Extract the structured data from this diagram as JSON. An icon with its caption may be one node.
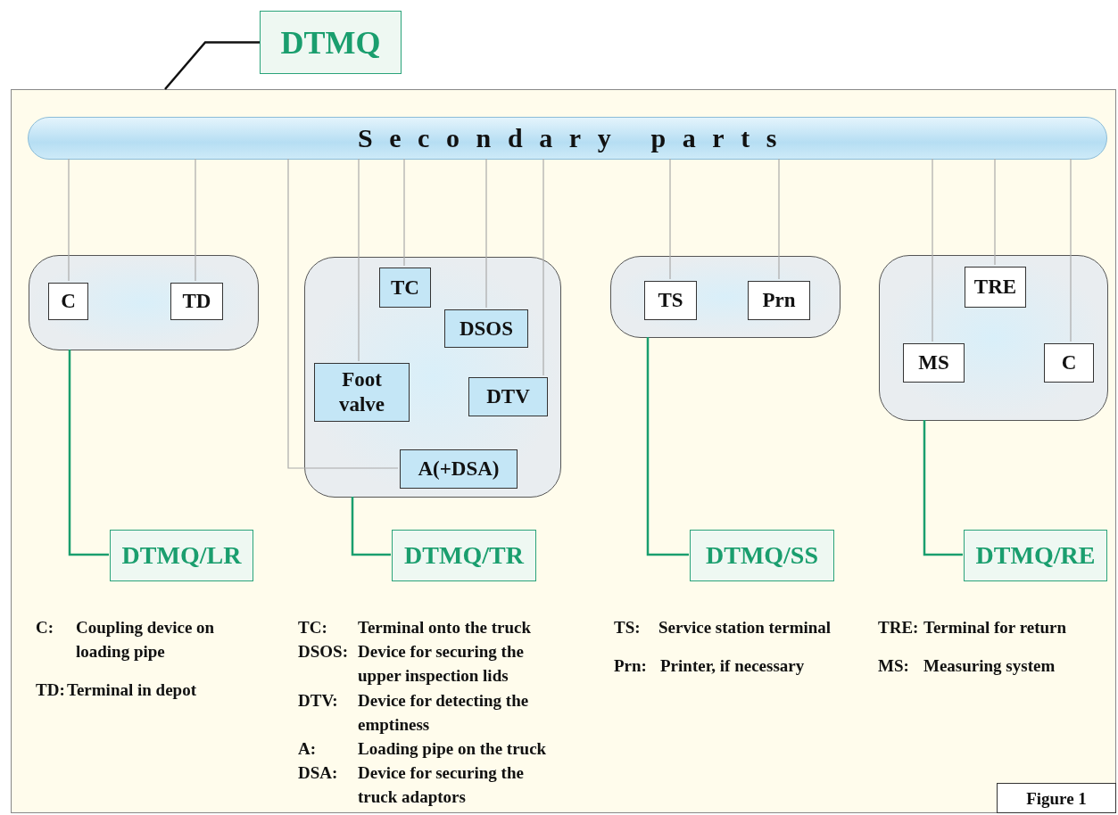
{
  "diagram": {
    "nodes": [
      {
        "text": [],
        "shape": "box"
      },
      {
        "text": [
          "DTMQ"
        ]
      },
      {
        "text": [
          "Secondary parts"
        ],
        "in": 0
      },
      {
        "text": [],
        "shape": "box",
        "in": 0
      },
      {
        "text": [
          "C"
        ],
        "in": 3
      },
      {
        "text": [
          "TD"
        ],
        "in": 3
      },
      {
        "text": [],
        "shape": "box",
        "in": 0
      },
      {
        "text": [
          "TC"
        ],
        "in": 6
      },
      {
        "text": [
          "DSOS"
        ],
        "in": 6
      },
      {
        "text": [
          "Foot valve"
        ],
        "in": 6
      },
      {
        "text": [
          "DTV"
        ],
        "in": 6
      },
      {
        "text": [
          "A(+DSA)"
        ],
        "in": 6
      },
      {
        "text": [],
        "shape": "box",
        "in": 0
      },
      {
        "text": [
          "TS"
        ],
        "in": 12
      },
      {
        "text": [
          "Prn"
        ],
        "in": 12
      },
      {
        "text": [],
        "shape": "box",
        "in": 0
      },
      {
        "text": [
          "TRE"
        ],
        "in": 15
      },
      {
        "text": [
          "MS"
        ],
        "in": 15
      },
      {
        "text": [
          "C"
        ],
        "in": 15
      },
      {
        "text": [
          "DTMQ/LR"
        ],
        "in": 0
      },
      {
        "text": [
          "DTMQ/TR"
        ],
        "in": 0
      },
      {
        "text": [
          "DTMQ/SS"
        ],
        "in": 0
      },
      {
        "text": [
          "DTMQ/RE"
        ],
        "in": 0
      }
    ],
    "edges": [
      {
        "from": 1,
        "to": 0,
        "arrow": "none",
        "color": "#111111"
      },
      {
        "from": 2,
        "to": 4,
        "arrow": "none"
      },
      {
        "from": 2,
        "to": 5,
        "arrow": "none"
      },
      {
        "from": 2,
        "to": 11,
        "arrow": "none"
      },
      {
        "from": 2,
        "to": 9,
        "arrow": "none"
      },
      {
        "from": 2,
        "to": 7,
        "arrow": "none"
      },
      {
        "from": 2,
        "to": 8,
        "arrow": "none"
      },
      {
        "from": 2,
        "to": 10,
        "arrow": "none"
      },
      {
        "from": 2,
        "to": 13,
        "arrow": "none"
      },
      {
        "from": 2,
        "to": 14,
        "arrow": "none"
      },
      {
        "from": 2,
        "to": 17,
        "arrow": "none"
      },
      {
        "from": 2,
        "to": 16,
        "arrow": "none"
      },
      {
        "from": 2,
        "to": 18,
        "arrow": "none"
      },
      {
        "from": 3,
        "to": 19,
        "arrow": "none",
        "color": "#1a9e6e"
      },
      {
        "from": 6,
        "to": 20,
        "arrow": "none",
        "color": "#1a9e6e"
      },
      {
        "from": 12,
        "to": 21,
        "arrow": "none",
        "color": "#1a9e6e"
      },
      {
        "from": 15,
        "to": 22,
        "arrow": "none",
        "color": "#1a9e6e"
      }
    ],
    "labels": [
      "C:",
      "Coupling device on loading pipe",
      "TD:",
      "Terminal in depot",
      "TC:",
      "Terminal onto the truck",
      "DSOS:",
      "Device for securing the upper inspection lids",
      "DTV:",
      "Device for detecting the emptiness",
      "A:",
      "Loading pipe on the truck",
      "DSA:",
      "Device for securing the truck adaptors",
      "TS:",
      "Service station terminal",
      "Prn:",
      "Printer, if necessary",
      "TRE:",
      "Terminal for return",
      "MS:",
      "Measuring system",
      "Figure 1"
    ]
  }
}
